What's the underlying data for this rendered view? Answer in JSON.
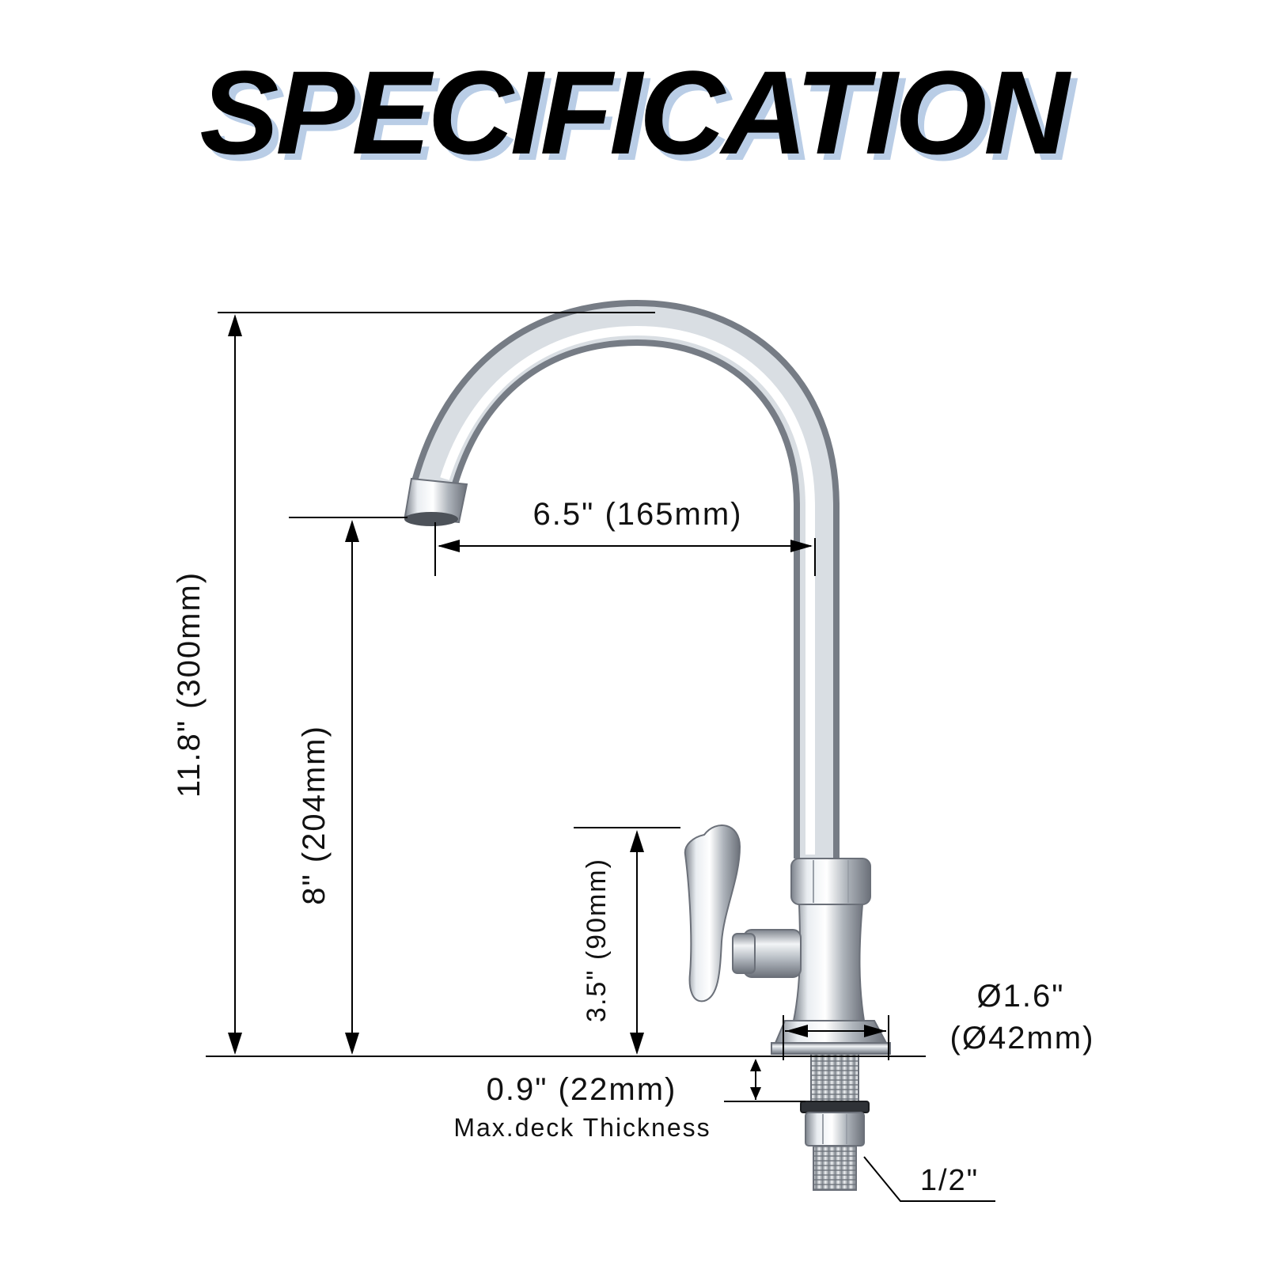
{
  "title": "SPECIFICATION",
  "dimensions": {
    "total_height": "11.8\" (300mm)",
    "spout_height": "8\" (204mm)",
    "handle_height": "3.5\" (90mm)",
    "spout_reach": "6.5\" (165mm)",
    "base_diameter_in": "Ø1.6\"",
    "base_diameter_mm": "(Ø42mm)",
    "deck_thickness": "0.9\" (22mm)",
    "deck_thickness_note": "Max.deck Thickness",
    "thread_size": "1/2\""
  },
  "colors": {
    "title_shadow": "#b9cde6",
    "line": "#000000",
    "chrome_dark": "#8a9099",
    "chrome_light": "#f4f6f8"
  }
}
